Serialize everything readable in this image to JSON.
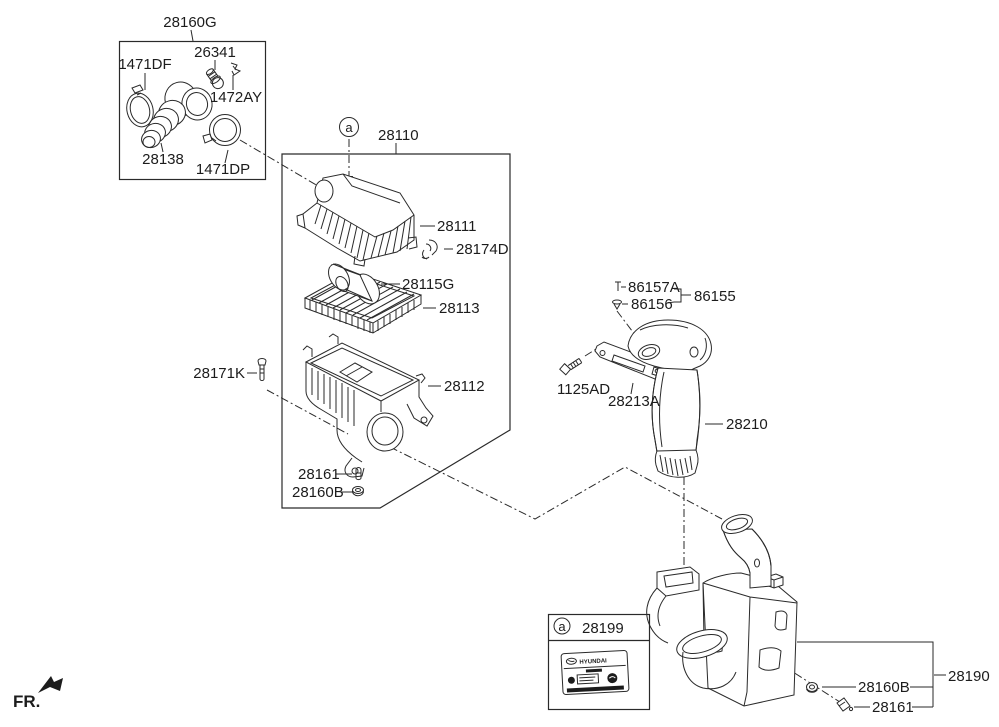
{
  "diagram": {
    "fr_label": "FR.",
    "colors": {
      "ink": "#2a2a2a",
      "background": "#ffffff"
    },
    "intake_hose_box": {
      "assembly_label": "28160G",
      "sensor": "26341",
      "clamp_front": "1471DF",
      "sensor_clip": "1472AY",
      "hose": "28138",
      "clamp_rear": "1471DP"
    },
    "air_cleaner_box": {
      "assembly_label": "28110",
      "marker": "a",
      "cover": "28111",
      "clip": "28174D",
      "air_guide": "28115G",
      "filter_element": "28113",
      "bolt": "28171K",
      "body": "28112",
      "stud": "28161",
      "grommet": "28160B"
    },
    "air_duct_group": {
      "pin": "86157A",
      "screw": "86156",
      "group_label": "86155",
      "bolt": "1125AD",
      "bracket": "28213A",
      "duct": "28210"
    },
    "resonator_group": {
      "assembly": "28190",
      "grommet": "28160B",
      "stud": "28161"
    },
    "label_box": {
      "marker": "a",
      "part": "28199",
      "sticker_brand": "HYUNDAI"
    }
  }
}
